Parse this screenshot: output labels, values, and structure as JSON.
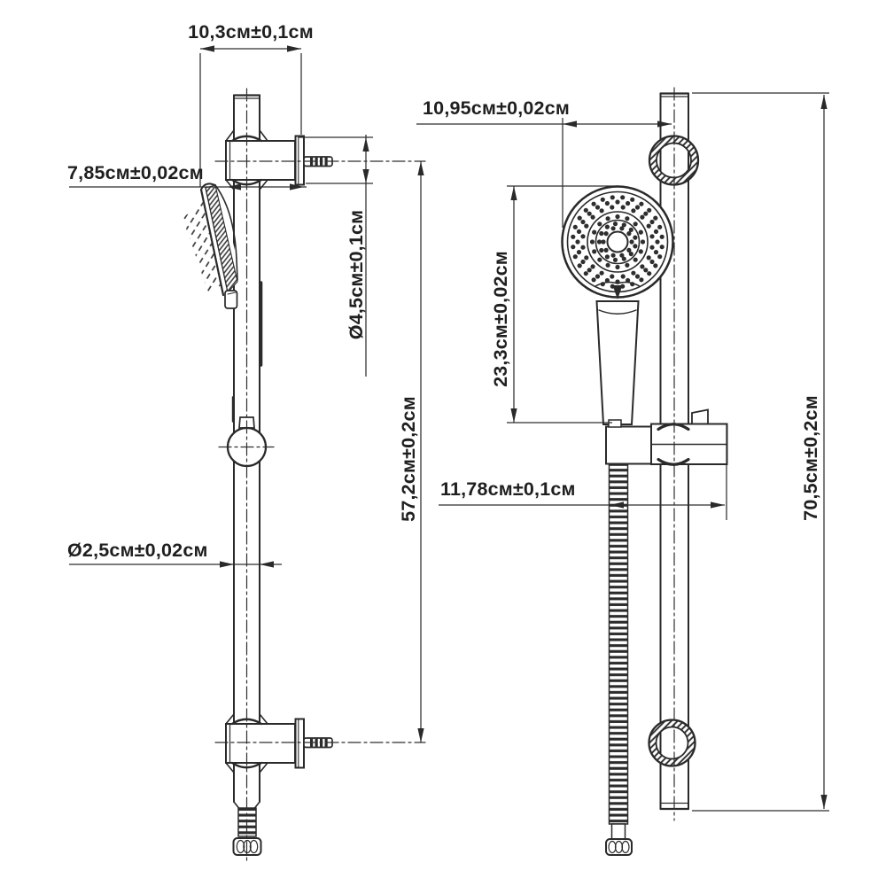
{
  "drawing": {
    "type": "technical-dimension-drawing",
    "subject": "shower slide rail set, side view and front view",
    "units": "см",
    "line_color": "#2a2a2a",
    "text_color": "#1f1f1f",
    "background": "#ffffff",
    "side_view": {
      "dim_top_width": "10,3см±0,1см",
      "dim_bracket_offset": "7,85см±0,02см",
      "dim_flange_diameter": "Ø4,5см±0,1см",
      "dim_bracket_spacing": "57,2см±0,2см",
      "dim_rail_diameter": "Ø2,5см±0,02см"
    },
    "front_view": {
      "dim_head_offset": "10,95см±0,02см",
      "dim_head_to_holder": "23,3см±0,02см",
      "dim_holder_width": "11,78см±0,1см",
      "dim_rail_length": "70,5см±0,2см"
    }
  }
}
